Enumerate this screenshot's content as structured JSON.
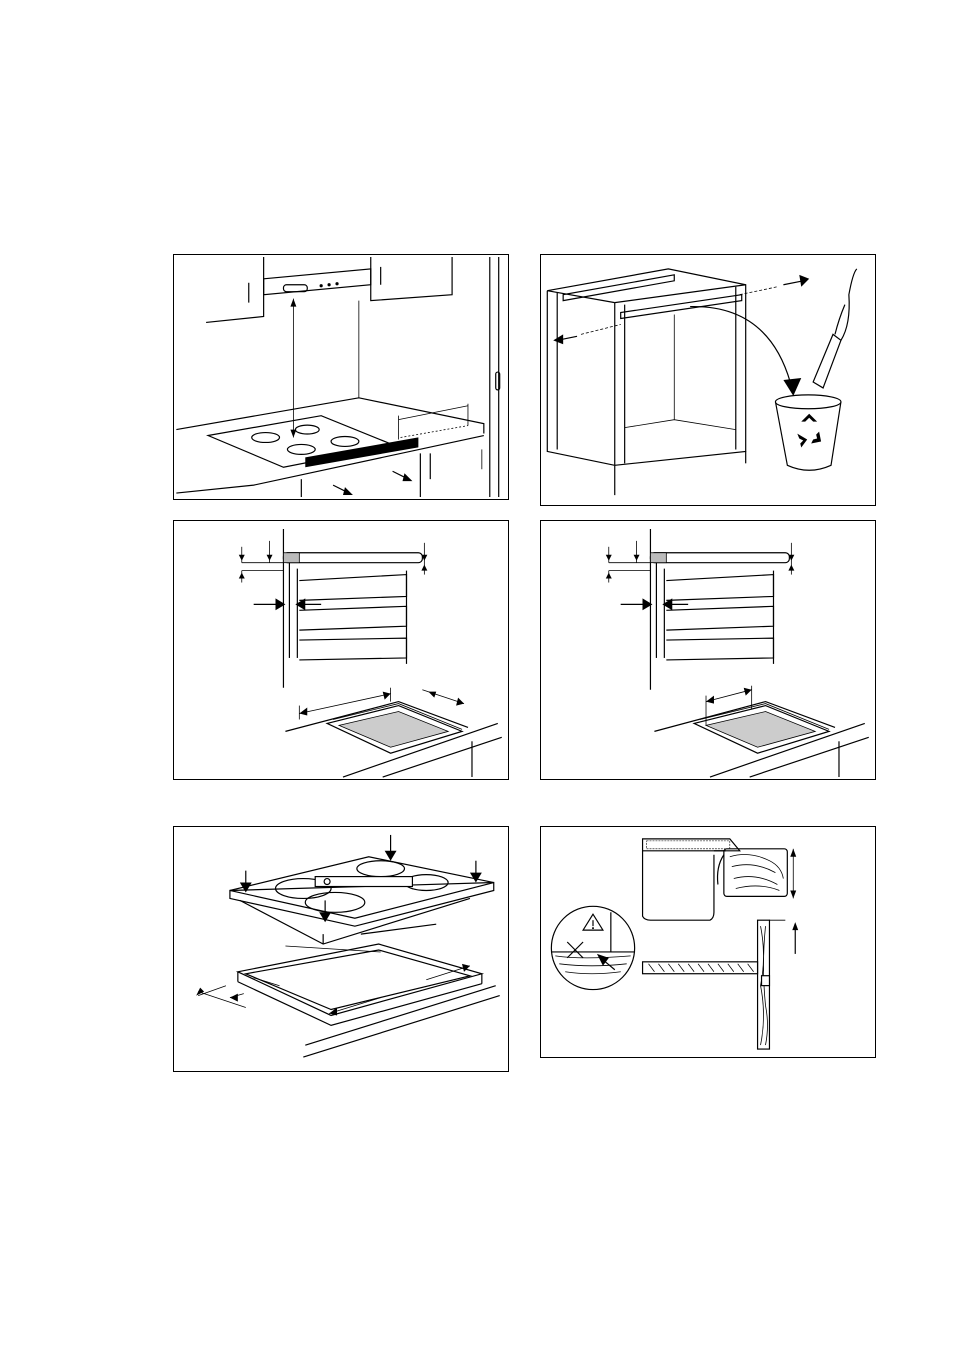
{
  "page": {
    "illustrations": [
      {
        "id": "hood-clearance",
        "icon": "cooker-hood-clearance-icon"
      },
      {
        "id": "remove-cabinet-rail",
        "icon": "recycle-icon"
      },
      {
        "id": "cutout-with-side-gap",
        "icon": "cutout-dimensions-icon"
      },
      {
        "id": "cutout-flush",
        "icon": "cutout-dimensions-icon"
      },
      {
        "id": "hob-insert-seal",
        "icon": "seal-strip-icon"
      },
      {
        "id": "worktop-section-warning",
        "icon": "warning-triangle-icon"
      }
    ],
    "colors": {
      "line": "#000000",
      "fill_grey": "#cccccc",
      "background": "#ffffff"
    }
  }
}
